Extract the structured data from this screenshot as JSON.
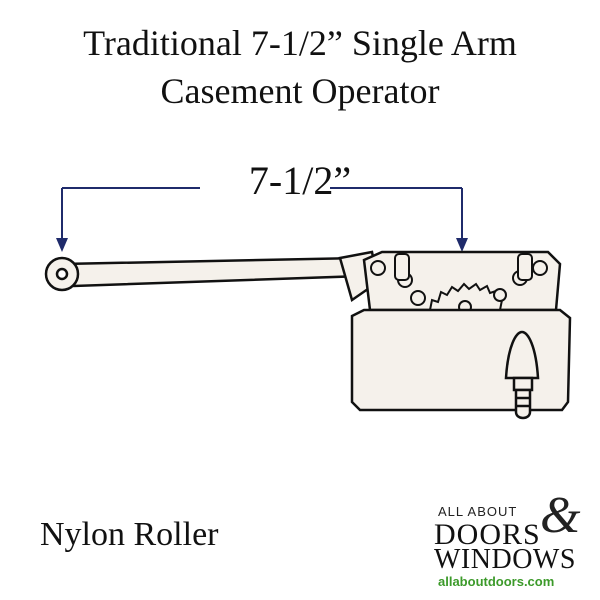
{
  "title": {
    "line1": "Traditional 7-1/2” Single Arm",
    "line2": "Casement Operator"
  },
  "dimension": {
    "label": "7-1/2”"
  },
  "caption": "Nylon Roller",
  "logo": {
    "line1": "ALL ABOUT",
    "line2": "DOORS",
    "ampersand": "&",
    "line3": "WINDOWS",
    "website": "allaboutdoors.com"
  },
  "colors": {
    "ink": "#111111",
    "arrow": "#1f2b6b",
    "part_fill": "#f5f1eb",
    "logo_site": "#3c9a2a"
  }
}
